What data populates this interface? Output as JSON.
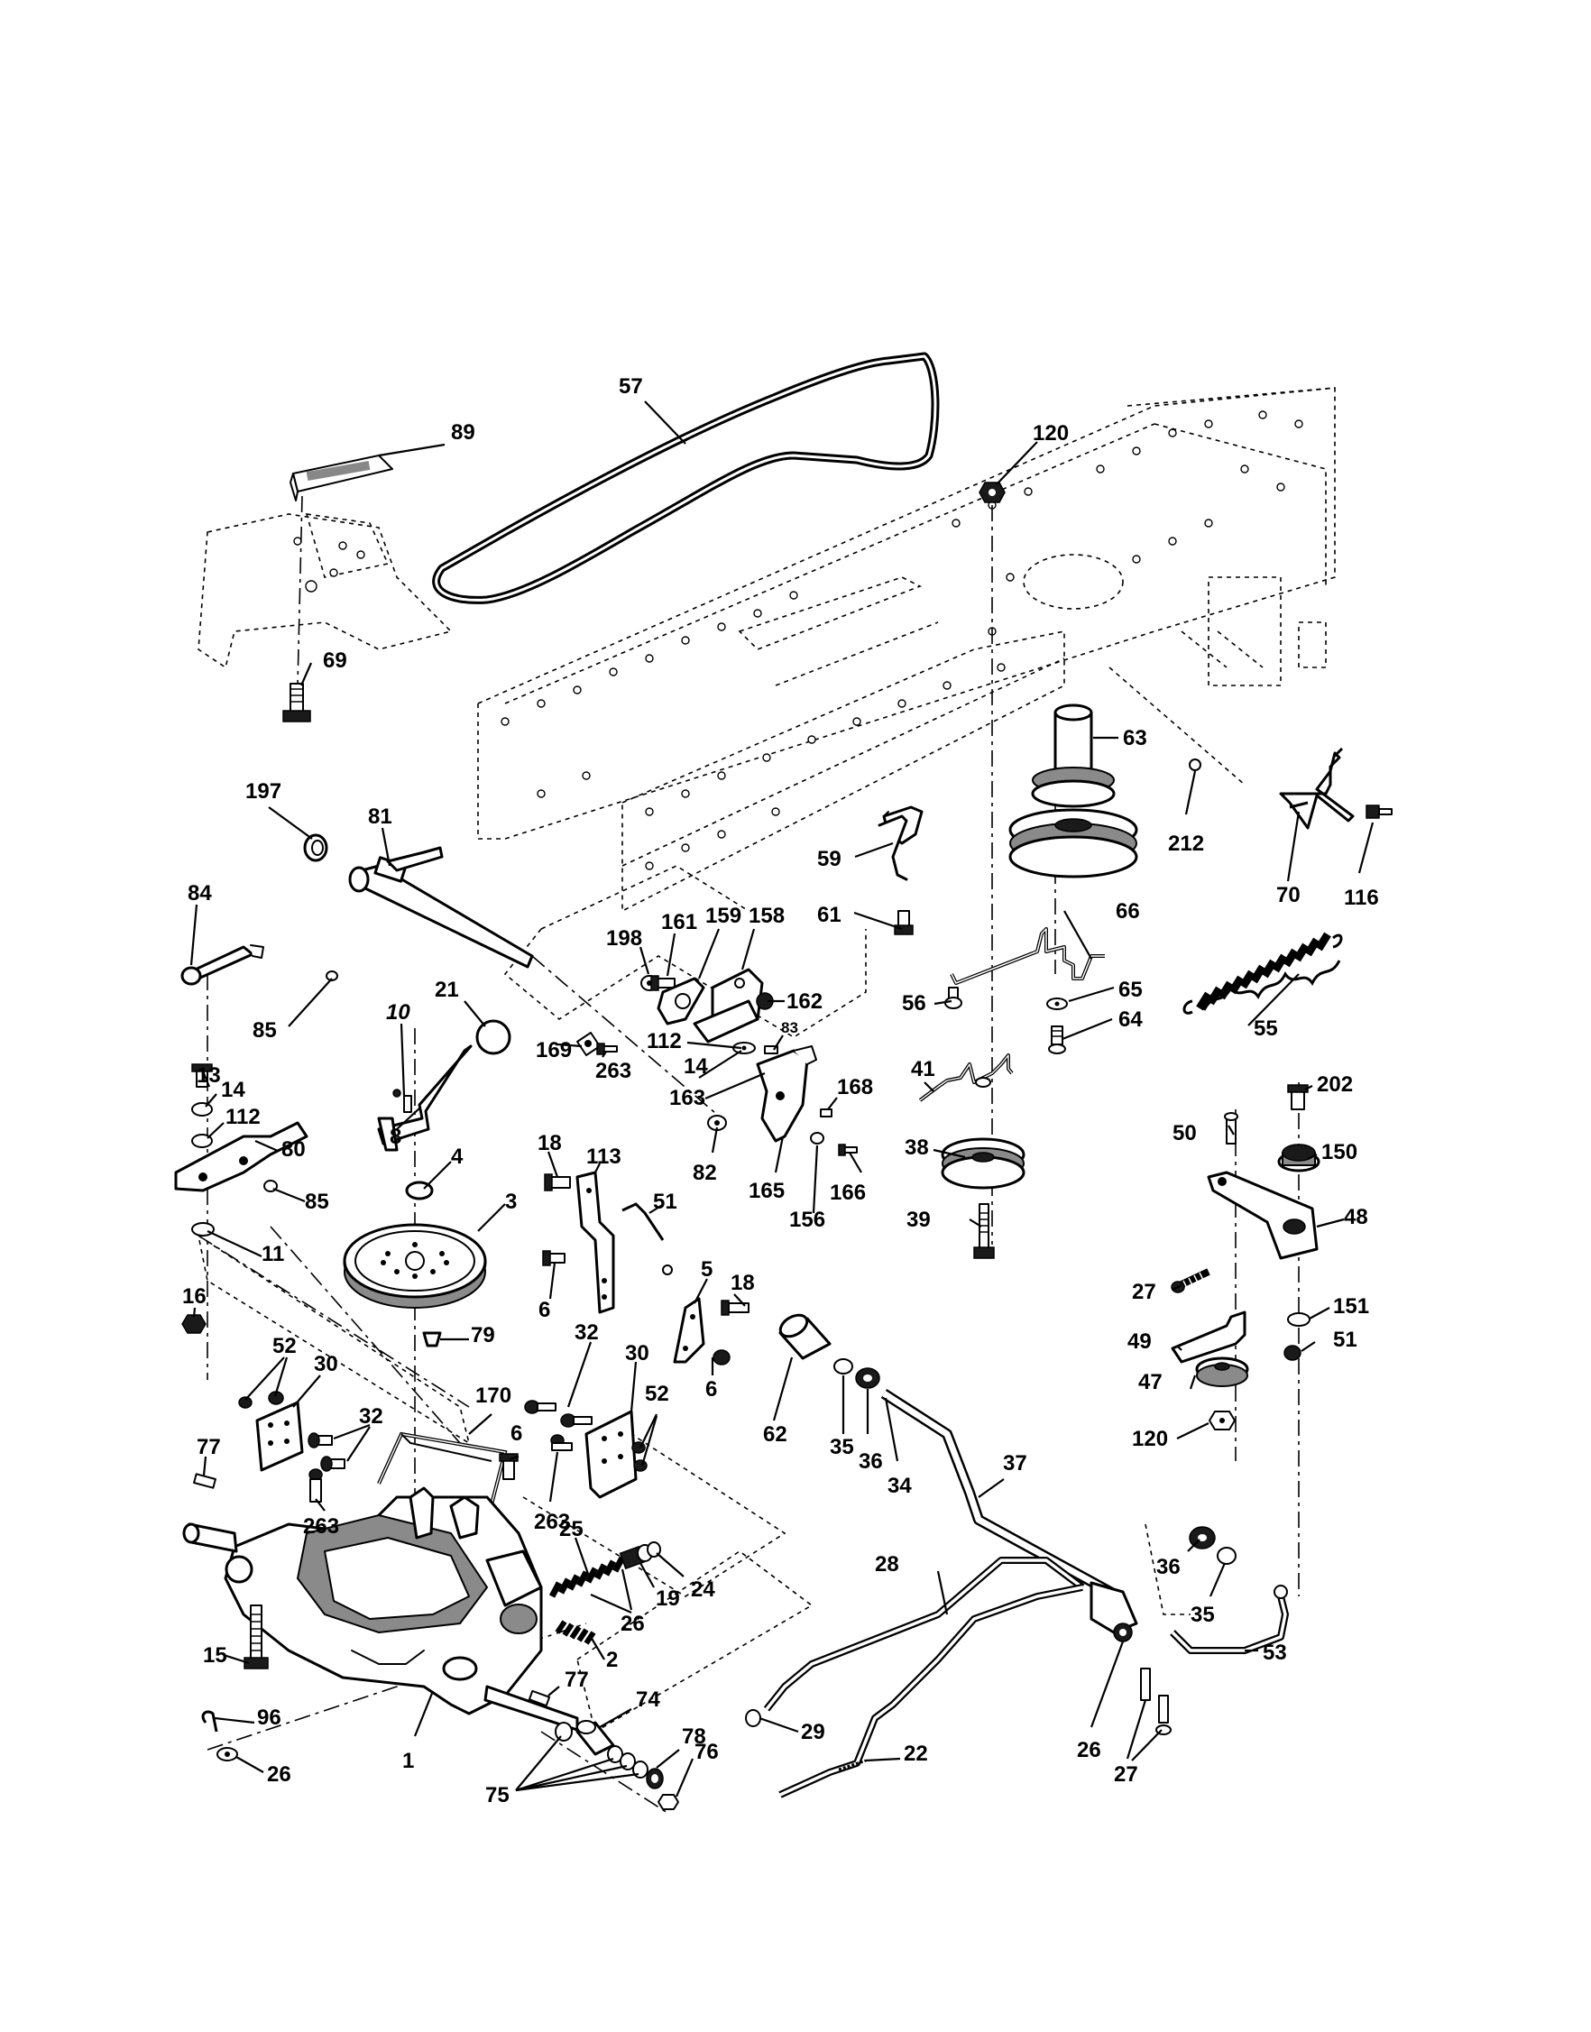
{
  "diagram": {
    "callouts": {
      "p57": "57",
      "p89": "89",
      "p120a": "120",
      "p69": "69",
      "p63": "63",
      "p197": "197",
      "p81": "81",
      "p212": "212",
      "p59": "59",
      "p70": "70",
      "p116": "116",
      "p84": "84",
      "p198": "198",
      "p161": "161",
      "p159": "159",
      "p158": "158",
      "p61": "61",
      "p66": "66",
      "p21": "21",
      "p162": "162",
      "p65": "65",
      "p85a": "85",
      "p10": "10",
      "p169": "169",
      "p263a": "263",
      "p112a": "112",
      "p83": "83",
      "p56": "56",
      "p64": "64",
      "p55": "55",
      "p14a": "14",
      "p41": "41",
      "p13": "13",
      "p163": "163",
      "p168": "168",
      "p14b": "14",
      "p8": "8",
      "p112b": "112",
      "p202": "202",
      "p80": "80",
      "p18a": "18",
      "p113": "113",
      "p38": "38",
      "p50": "50",
      "p150": "150",
      "p4": "4",
      "p82": "82",
      "p165": "165",
      "p166": "166",
      "p85b": "85",
      "p3": "3",
      "p51a": "51",
      "p156": "156",
      "p39": "39",
      "p48": "48",
      "p11": "11",
      "p5": "5",
      "p6a": "6",
      "p18b": "18",
      "p27a": "27",
      "p151": "151",
      "p16": "16",
      "p79": "79",
      "p32a": "32",
      "p49": "49",
      "p51b": "51",
      "p52a": "52",
      "p30a": "30",
      "p30b": "30",
      "p6b": "6",
      "p32b": "32",
      "p62": "62",
      "p47": "47",
      "p170": "170",
      "p52b": "52",
      "p35a": "35",
      "p36a": "36",
      "p120b": "120",
      "p77a": "77",
      "p6c": "6",
      "p34": "34",
      "p37": "37",
      "p263b": "263",
      "p263c": "263",
      "p25": "25",
      "p28": "28",
      "p36b": "36",
      "p24": "24",
      "p19": "19",
      "p35b": "35",
      "p26a": "26",
      "p15": "15",
      "p2": "2",
      "p53": "53",
      "p77b": "77",
      "p74": "74",
      "p29": "29",
      "p96": "96",
      "p22": "22",
      "p78": "78",
      "p76": "76",
      "p26b": "26",
      "p1": "1",
      "p27b": "27",
      "p26c": "26",
      "p75": "75"
    }
  }
}
